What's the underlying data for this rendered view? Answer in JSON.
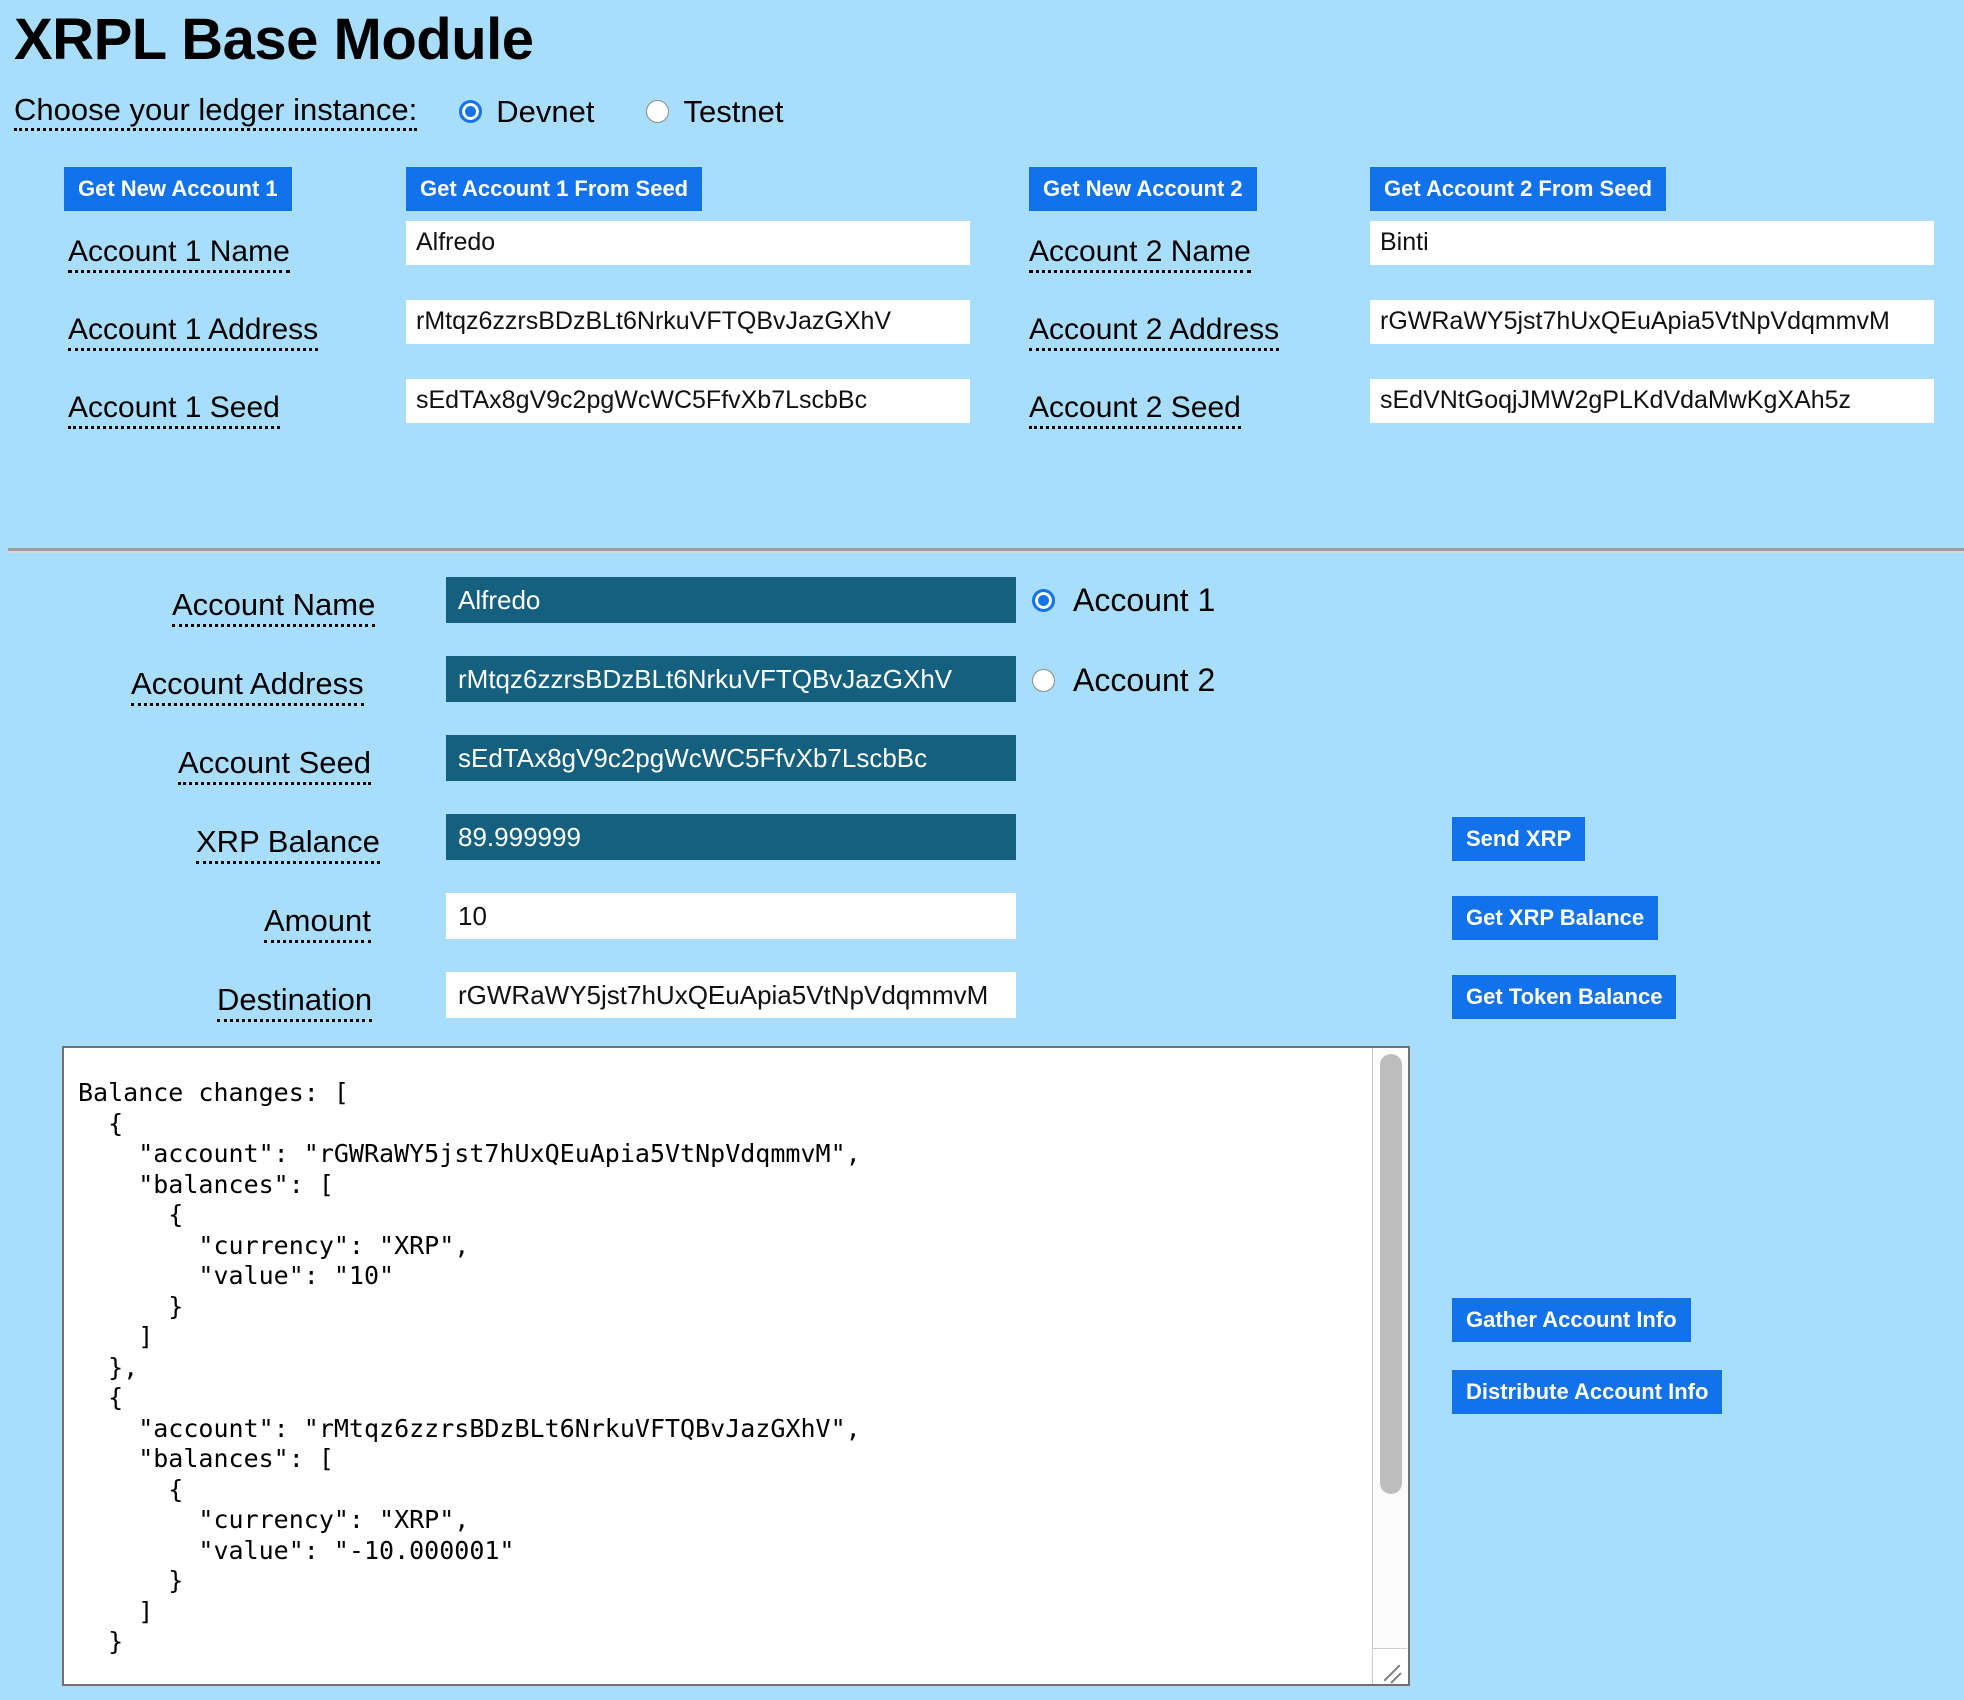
{
  "page": {
    "title": "XRPL Base Module",
    "background_color": "#a8ddfc",
    "accent_color": "#1272ec",
    "field_dark_color": "#15607f"
  },
  "ledger": {
    "label": "Choose your ledger instance:",
    "options": [
      {
        "label": "Devnet",
        "selected": true
      },
      {
        "label": "Testnet",
        "selected": false
      }
    ]
  },
  "account1": {
    "new_button": "Get New Account 1",
    "from_seed_button": "Get Account 1 From Seed",
    "name_label": "Account 1 Name",
    "name_value": "Alfredo",
    "address_label": "Account 1 Address",
    "address_value": "rMtqz6zzrsBDzBLt6NrkuVFTQBvJazGXhV",
    "seed_label": "Account 1 Seed",
    "seed_value": "sEdTAx8gV9c2pgWcWC5FfvXb7LscbBc"
  },
  "account2": {
    "new_button": "Get New Account 2",
    "from_seed_button": "Get Account 2 From Seed",
    "name_label": "Account 2 Name",
    "name_value": "Binti",
    "address_label": "Account 2 Address",
    "address_value": "rGWRaWY5jst7hUxQEuApia5VtNpVdqmmvM",
    "seed_label": "Account 2 Seed",
    "seed_value": "sEdVNtGoqjJMW2gPLKdVdaMwKgXAh5z"
  },
  "form": {
    "account_name_label": "Account Name",
    "account_name_value": "Alfredo",
    "account_address_label": "Account Address",
    "account_address_value": "rMtqz6zzrsBDzBLt6NrkuVFTQBvJazGXhV",
    "account_seed_label": "Account Seed",
    "account_seed_value": "sEdTAx8gV9c2pgWcWC5FfvXb7LscbBc",
    "xrp_balance_label": "XRP Balance",
    "xrp_balance_value": "89.999999",
    "amount_label": "Amount",
    "amount_value": "10",
    "destination_label": "Destination",
    "destination_value": "rGWRaWY5jst7hUxQEuApia5VtNpVdqmmvM"
  },
  "account_selector": {
    "options": [
      {
        "label": "Account 1",
        "selected": true
      },
      {
        "label": "Account 2",
        "selected": false
      }
    ]
  },
  "actions": {
    "send_xrp": "Send XRP",
    "get_xrp_balance": "Get XRP Balance",
    "get_token_balance": "Get Token Balance",
    "gather_account_info": "Gather Account Info",
    "distribute_account_info": "Distribute Account Info"
  },
  "results": {
    "text": "Balance changes: [\n  {\n    \"account\": \"rGWRaWY5jst7hUxQEuApia5VtNpVdqmmvM\",\n    \"balances\": [\n      {\n        \"currency\": \"XRP\",\n        \"value\": \"10\"\n      }\n    ]\n  },\n  {\n    \"account\": \"rMtqz6zzrsBDzBLt6NrkuVFTQBvJazGXhV\",\n    \"balances\": [\n      {\n        \"currency\": \"XRP\",\n        \"value\": \"-10.000001\"\n      }\n    ]\n  }"
  }
}
